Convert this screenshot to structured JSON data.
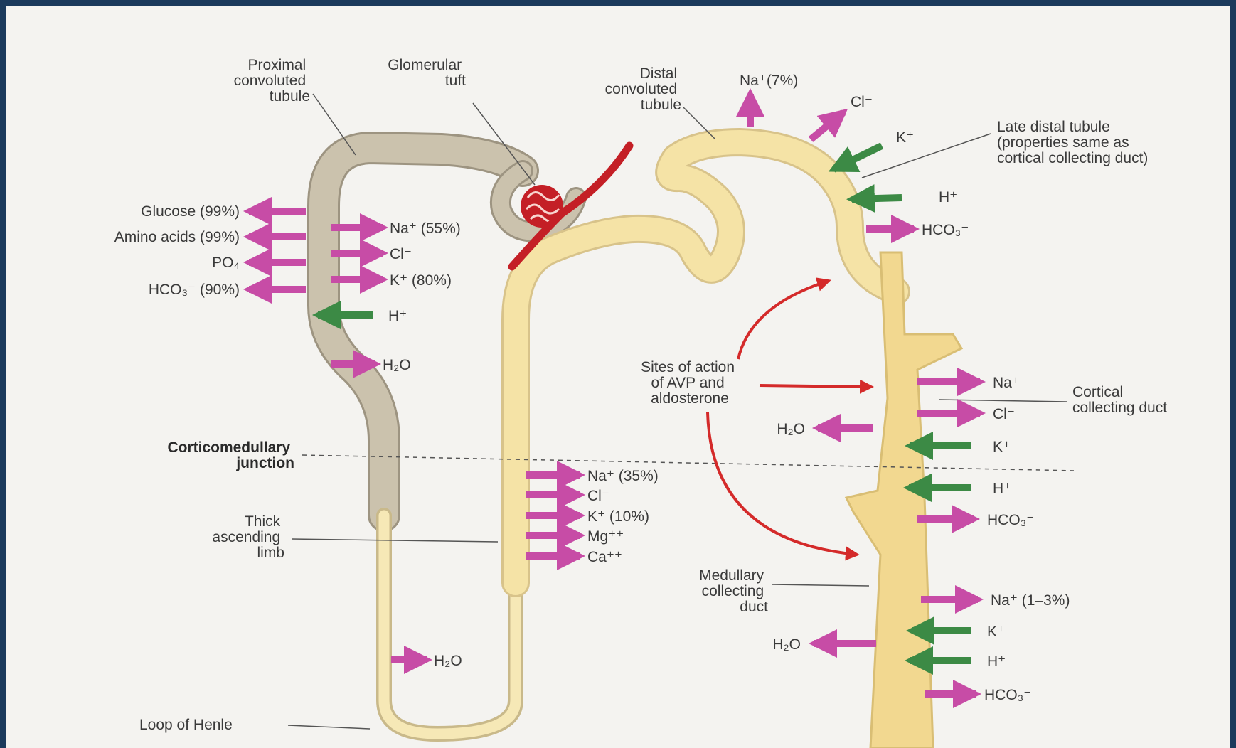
{
  "colors": {
    "frame": "#1b3a5c",
    "page": "#f4f3f0",
    "proximal_tubule": "#cbc2ad",
    "distal_tubule": "#f5e3a6",
    "collecting_duct": "#f2d890",
    "reabsorption_arrow": "#c74ca6",
    "secretion_arrow": "#3c8a45",
    "vessel": "#d42a2a"
  },
  "labels": {
    "proximal": [
      "Proximal",
      "convoluted",
      "tubule"
    ],
    "glomerular": [
      "Glomerular",
      "tuft"
    ],
    "distal": [
      "Distal",
      "convoluted",
      "tubule"
    ],
    "late_distal": [
      "Late distal tubule",
      "(properties same as",
      "cortical collecting duct)"
    ],
    "corticomedullary": [
      "Corticomedullary",
      "junction"
    ],
    "thick_ascending": [
      "Thick",
      "ascending",
      "limb"
    ],
    "loop_of_henle": "Loop of Henle",
    "avp_sites": [
      "Sites of action",
      "of AVP and",
      "aldosterone"
    ],
    "cortical_cd": [
      "Cortical",
      "collecting duct"
    ],
    "medullary_cd": [
      "Medullary",
      "collecting",
      "duct"
    ]
  },
  "proximal_out": [
    "Glucose (99%)",
    "Amino acids (99%)",
    "PO₄",
    "HCO₃⁻ (90%)"
  ],
  "proximal_in": [
    "Na⁺ (55%)",
    "Cl⁻",
    "K⁺ (80%)"
  ],
  "proximal_secreted": "H⁺",
  "proximal_water": "H₂O",
  "descending_water": "H₂O",
  "thick_limb_ions": [
    "Na⁺ (35%)",
    "Cl⁻",
    "K⁺ (10%)",
    "Mg⁺⁺",
    "Ca⁺⁺"
  ],
  "distal_top": [
    "Na⁺(7%)",
    "Cl⁻"
  ],
  "late_distal_ions": [
    "K⁺",
    "H⁺",
    "HCO₃⁻"
  ],
  "cortical_cd_ions": [
    "Na⁺",
    "Cl⁻",
    "K⁺",
    "H⁺",
    "HCO₃⁻"
  ],
  "cortical_cd_water": "H₂O",
  "medullary_cd_ions": [
    "Na⁺ (1–3%)",
    "K⁺",
    "H⁺",
    "HCO₃⁻"
  ],
  "medullary_cd_water": "H₂O"
}
